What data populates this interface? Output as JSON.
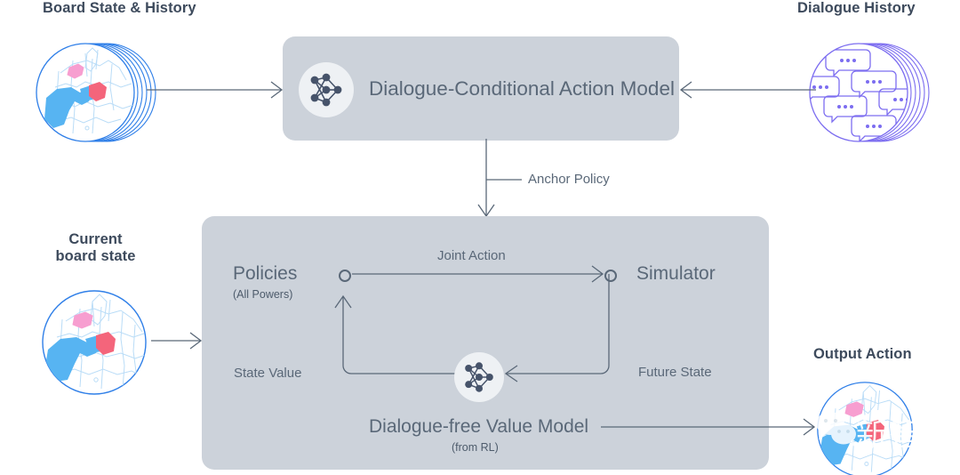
{
  "diagram": {
    "title_board_state": "Board State & History",
    "title_dialogue_history": "Dialogue History",
    "title_current_board_state_line1": "Current",
    "title_current_board_state_line2": "board state",
    "title_output_action": "Output Action",
    "top_box_label": "Dialogue-Conditional Action Model",
    "anchor_policy_label": "Anchor Policy",
    "policies_label": "Policies",
    "policies_sublabel": "(All Powers)",
    "simulator_label": "Simulator",
    "joint_action_label": "Joint Action",
    "state_value_label": "State Value",
    "future_state_label": "Future State",
    "value_model_label": "Dialogue-free Value Model",
    "value_model_sublabel": "(from RL)",
    "watermark_text": "新智元",
    "icons": {
      "neural_network": "neural-network-icon",
      "map_globe": "map-globe-icon",
      "chat_bubbles": "chat-bubbles-icon",
      "wechat": "wechat-icon"
    }
  },
  "colors": {
    "panel_fill": "#ccd2da",
    "panel_fill_top": "#ccd2da",
    "heading_text": "#3d4a5c",
    "body_text": "#5a6878",
    "map_outline": "#2f7fe8",
    "map_blue": "#57b4f2",
    "map_red": "#f4657b",
    "map_pink": "#f79ed0",
    "map_lines": "#b9dcf7",
    "dialogue_purple": "#7c6df0",
    "nn_node": "#46536a",
    "arrow": "#5a6878",
    "disc_bg": "#eef1f4"
  }
}
